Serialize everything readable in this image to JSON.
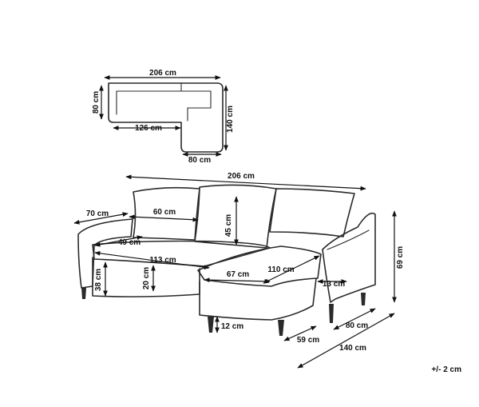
{
  "top_view": {
    "width": "206 cm",
    "depth": "80 cm",
    "seat_length": "126 cm",
    "chaise_length": "140 cm",
    "chaise_width": "80 cm"
  },
  "side_view": {
    "total_width": "206 cm",
    "armrest_depth": "70 cm",
    "backrest_width": "60 cm",
    "backrest_height": "45 cm",
    "seat_depth": "49 cm",
    "seat_width": "113 cm",
    "seat_height": "38 cm",
    "cushion_thickness": "20 cm",
    "chaise_seat_width": "67 cm",
    "chaise_seat_length": "110 cm",
    "armrest_width": "13 cm",
    "leg_height": "12 cm",
    "chaise_side_depth": "59 cm",
    "arm_to_chaise": "80 cm",
    "total_depth": "140 cm",
    "total_height": "69 cm"
  },
  "tolerance": "+/- 2 cm"
}
